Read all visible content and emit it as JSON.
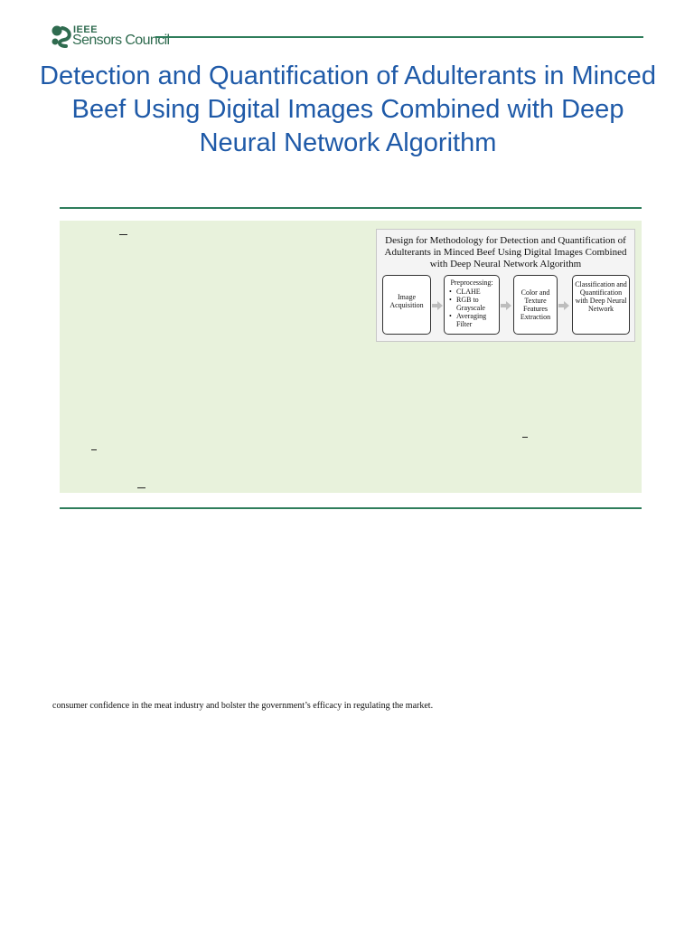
{
  "header": {
    "logo_ieee": "IEEE",
    "logo_council": "Sensors Council",
    "brand_color": "#2e7d5b"
  },
  "paper": {
    "title": "Detection and Quantification of Adulterants in Minced Beef Using Digital Images Combined with Deep Neural Network Algorithm",
    "title_color": "#1f5aa8"
  },
  "abstract_box": {
    "background": "#e8f2dc"
  },
  "figure": {
    "title": "Design for Methodology for Detection and Quantification of Adulterants in Minced Beef Using Digital Images Combined with Deep Neural Network Algorithm",
    "steps": [
      {
        "label": "Image Acquisition"
      },
      {
        "label": "Preprocessing:",
        "items": [
          "CLAHE",
          "RGB to Grayscale",
          "Averaging Filter"
        ]
      },
      {
        "label": "Color and Texture Features Extraction"
      },
      {
        "label": "Classification and Quantification with Deep Neural Network"
      }
    ]
  },
  "body": {
    "line": "consumer confidence in the meat industry and bolster the government’s efficacy in regulating the market."
  }
}
